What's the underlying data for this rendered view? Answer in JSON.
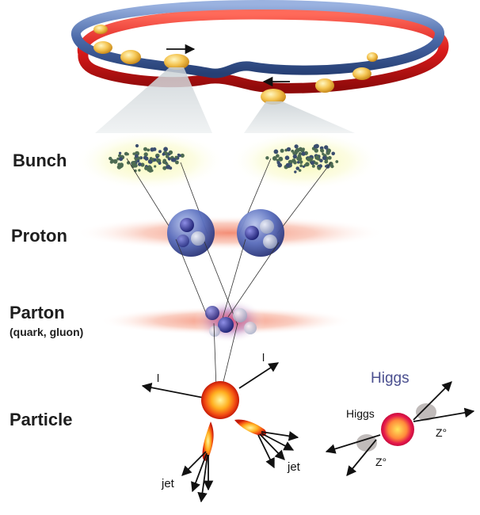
{
  "labels": {
    "bunch": "Bunch",
    "proton": "Proton",
    "parton": "Parton",
    "parton_sub": "(quark, gluon)",
    "particle": "Particle"
  },
  "particle": {
    "lepton_left": "l",
    "lepton_right": "l",
    "jet_left": "jet",
    "jet_right": "jet"
  },
  "higgs": {
    "title": "Higgs",
    "label": "Higgs",
    "z_left": "Z°",
    "z_right": "Z°"
  },
  "colors": {
    "ring_blue": "#3f5f9c",
    "ring_red": "#d81a1a",
    "bunch_gold": "#f0b840",
    "higgs_text": "#4a4f8f"
  }
}
